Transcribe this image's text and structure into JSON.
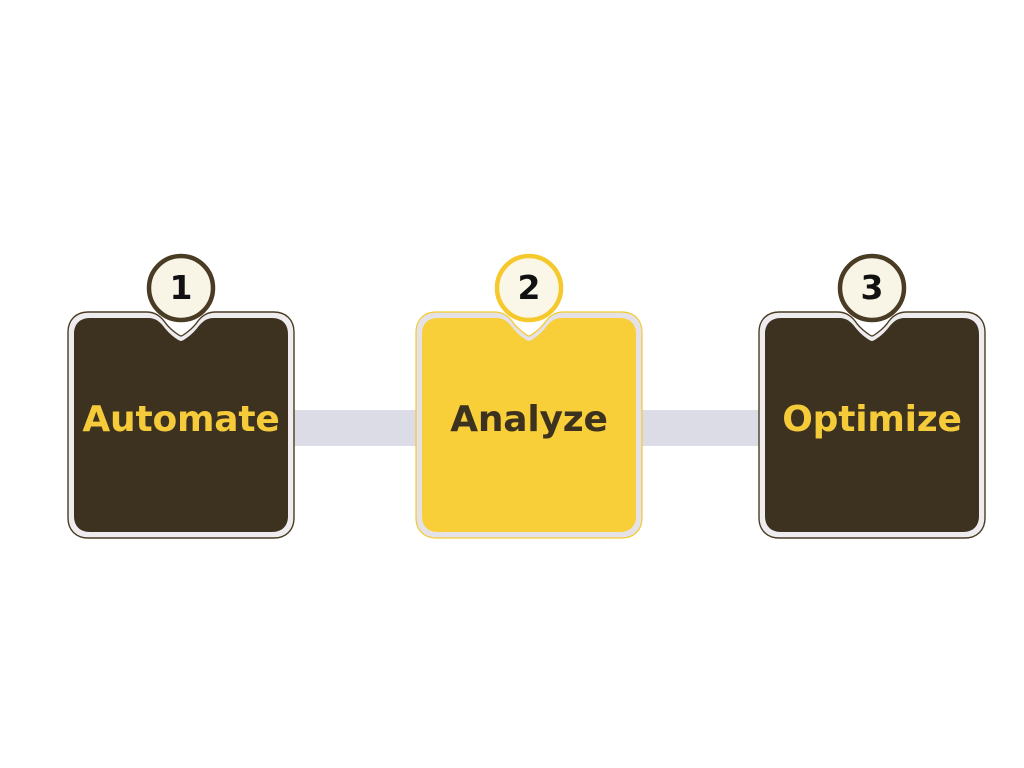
{
  "diagram": {
    "type": "three-step-process",
    "background_color": "#ffffff",
    "connector_color": "#dcdce6",
    "steps": [
      {
        "number": "1",
        "label": "Automate",
        "card_fill": "#3d3220",
        "card_border": "#efecef",
        "card_outline": "#4a3c24",
        "label_color": "#f5cb3a",
        "badge_fill": "#f8f4e6",
        "badge_border": "#4a3c24",
        "badge_text_color": "#111111",
        "style": "dark"
      },
      {
        "number": "2",
        "label": "Analyze",
        "card_fill": "#f8cf38",
        "card_border": "#e4e2e6",
        "card_outline": "#f3c92f",
        "label_color": "#3d3220",
        "badge_fill": "#fbf7e8",
        "badge_border": "#f5c92c",
        "badge_text_color": "#111111",
        "style": "light"
      },
      {
        "number": "3",
        "label": "Optimize",
        "card_fill": "#3d3220",
        "card_border": "#efecef",
        "card_outline": "#4a3c24",
        "label_color": "#f5cb3a",
        "badge_fill": "#f8f4e6",
        "badge_border": "#4a3c24",
        "badge_text_color": "#111111",
        "style": "dark"
      }
    ],
    "connectors": [
      {
        "from": "1",
        "to": "2"
      },
      {
        "from": "2",
        "to": "3"
      }
    ]
  }
}
